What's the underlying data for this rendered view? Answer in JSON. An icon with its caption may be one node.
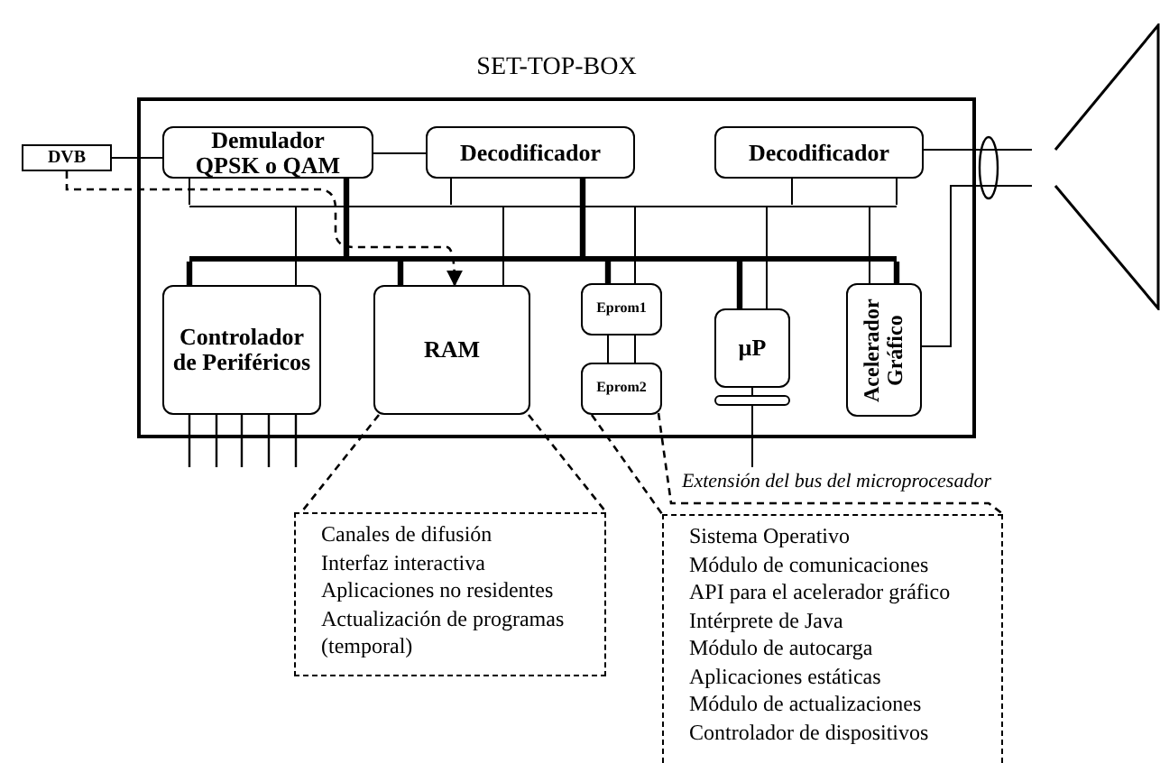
{
  "diagram": {
    "nodes": [
      {
        "text": [
          "SET-TOP-BOX"
        ]
      },
      {
        "text": [
          "DVB"
        ]
      },
      {
        "text": [
          "Demulador QPSK o QAM"
        ],
        "in": 0
      },
      {
        "text": [
          "Decodificador"
        ],
        "in": 0
      },
      {
        "text": [
          "Decodificador"
        ],
        "in": 0
      },
      {
        "text": [
          "Controlador de Periféricos"
        ],
        "in": 0
      },
      {
        "text": [
          "RAM"
        ],
        "in": 0
      },
      {
        "text": [
          "Eprom1"
        ],
        "in": 0
      },
      {
        "text": [
          "Eprom2"
        ],
        "in": 0
      },
      {
        "text": [
          "µP"
        ],
        "in": 0
      },
      {
        "text": [
          "Acelerador Gráfico"
        ],
        "in": 0
      },
      {
        "text": [],
        "shape": "bar",
        "in": 0
      },
      {
        "text": [
          "Canales de difusión",
          "Interfaz interactiva",
          "Aplicaciones no residentes",
          "Actualización de programas (temporal)"
        ]
      },
      {
        "text": [
          "Sistema Operativo",
          "Módulo de comunicaciones",
          "API para el acelerador gráfico",
          "Intérprete de Java",
          "Módulo de autocarga",
          "Aplicaciones estáticas",
          "Módulo de actualizaciones",
          "Controlador de dispositivos"
        ]
      },
      {
        "text": [],
        "shape": "picture"
      },
      {
        "text": [
          "Extensión del bus del microprocesador"
        ]
      },
      {
        "text": [],
        "shape": "bar",
        "in": 0
      },
      {
        "text": [],
        "shape": "bar",
        "in": 0
      }
    ],
    "edges": [
      {
        "from": 1,
        "to": 2,
        "arrow": "none"
      },
      {
        "from": 2,
        "to": 3,
        "arrow": "none"
      },
      {
        "from": 4,
        "to": 14,
        "arrow": "none"
      },
      {
        "from": 10,
        "to": 14,
        "arrow": "none"
      },
      {
        "from": 1,
        "to": 6,
        "arrow": "to",
        "style": "dashed"
      },
      {
        "from": 6,
        "to": 12,
        "arrow": "none",
        "style": "dashed"
      },
      {
        "from": 6,
        "to": 12,
        "arrow": "none",
        "style": "dashed"
      },
      {
        "from": 7,
        "to": 8,
        "arrow": "none"
      },
      {
        "from": 8,
        "to": 13,
        "arrow": "none",
        "style": "dashed"
      },
      {
        "from": 8,
        "to": 13,
        "arrow": "none",
        "style": "dashed"
      },
      {
        "from": 9,
        "to": 17,
        "arrow": "none"
      },
      {
        "from": 17,
        "to": 15,
        "arrow": "none"
      },
      {
        "from": 2,
        "to": 11,
        "arrow": "none"
      },
      {
        "from": 3,
        "to": 11,
        "arrow": "none"
      },
      {
        "from": 4,
        "to": 11,
        "arrow": "none"
      },
      {
        "from": 4,
        "to": 11,
        "arrow": "none"
      },
      {
        "from": 11,
        "to": 5,
        "arrow": "none"
      },
      {
        "from": 11,
        "to": 6,
        "arrow": "none"
      },
      {
        "from": 11,
        "to": 7,
        "arrow": "none"
      },
      {
        "from": 11,
        "to": 9,
        "arrow": "none"
      },
      {
        "from": 11,
        "to": 10,
        "arrow": "none"
      },
      {
        "from": 2,
        "to": 16,
        "arrow": "none",
        "style": "thick"
      },
      {
        "from": 3,
        "to": 16,
        "arrow": "none",
        "style": "thick"
      },
      {
        "from": 16,
        "to": 5,
        "arrow": "none",
        "style": "thick"
      },
      {
        "from": 16,
        "to": 6,
        "arrow": "none",
        "style": "thick"
      },
      {
        "from": 16,
        "to": 7,
        "arrow": "none",
        "style": "thick"
      },
      {
        "from": 16,
        "to": 9,
        "arrow": "none",
        "style": "thick"
      },
      {
        "from": 16,
        "to": 10,
        "arrow": "none",
        "style": "thick"
      }
    ]
  }
}
